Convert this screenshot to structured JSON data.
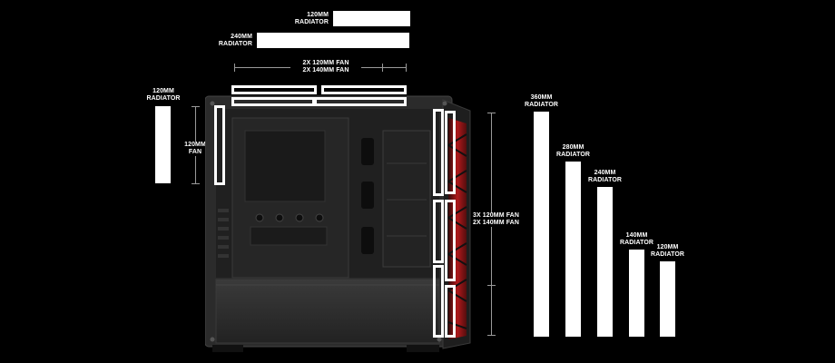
{
  "top_labels": {
    "radiator_120": "120MM\nRADIATOR",
    "radiator_240": "240MM\nRADIATOR",
    "top_fans": "2X 120MM FAN\n2X 140MM FAN"
  },
  "rear_labels": {
    "radiator_120": "120MM\nRADIATOR",
    "fan_120": "120MM FAN"
  },
  "front_labels": {
    "fans": "3X 120MM FAN\n2X 140MM FAN"
  },
  "front_radiators": [
    {
      "label": "360MM\nRADIATOR",
      "size_mm": 360
    },
    {
      "label": "280MM\nRADIATOR",
      "size_mm": 280
    },
    {
      "label": "240MM\nRADIATOR",
      "size_mm": 240
    },
    {
      "label": "140MM\nRADIATOR",
      "size_mm": 140
    },
    {
      "label": "120MM\nRADIATOR",
      "size_mm": 120
    }
  ],
  "colors": {
    "background": "#000000",
    "marker": "#ffffff",
    "front_accent": "#c0191b",
    "case_body": "#1c1c1c"
  }
}
